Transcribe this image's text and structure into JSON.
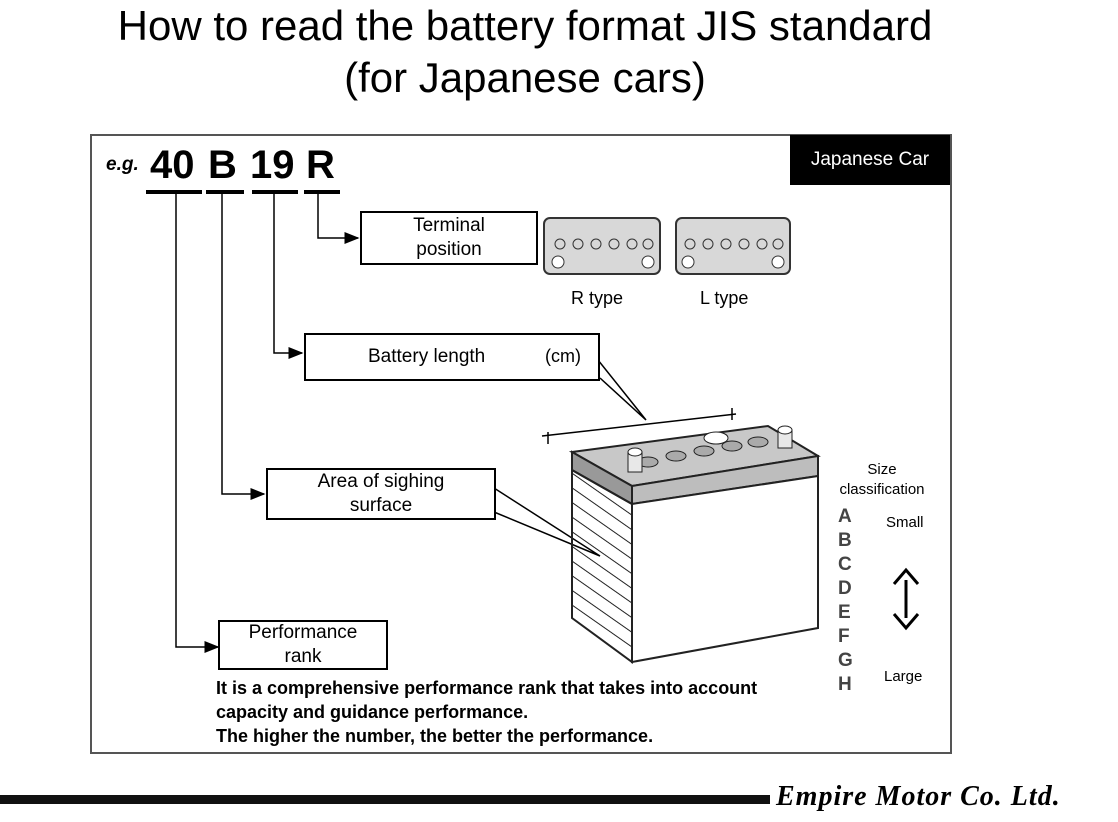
{
  "title": {
    "line1": "How to read the battery format JIS standard",
    "line2": "(for Japanese cars)"
  },
  "tag": "Japanese Car",
  "example": {
    "prefix": "e.g.",
    "parts": [
      "40",
      "B",
      "19",
      "R"
    ]
  },
  "labels": {
    "terminal": "Terminal position",
    "length": "Battery length",
    "length_unit": "(cm)",
    "area": "Area of sighing surface",
    "performance": "Performance rank"
  },
  "terminal_types": [
    "R type",
    "L type"
  ],
  "size_classification": {
    "title": "Size classification",
    "letters": [
      "A",
      "B",
      "C",
      "D",
      "E",
      "F",
      "G",
      "H"
    ],
    "small": "Small",
    "large": "Large"
  },
  "description": [
    "It is a comprehensive performance rank that takes into account",
    "capacity and guidance performance.",
    "The higher the number, the better the performance."
  ],
  "footer": "Empire Motor Co. Ltd."
}
